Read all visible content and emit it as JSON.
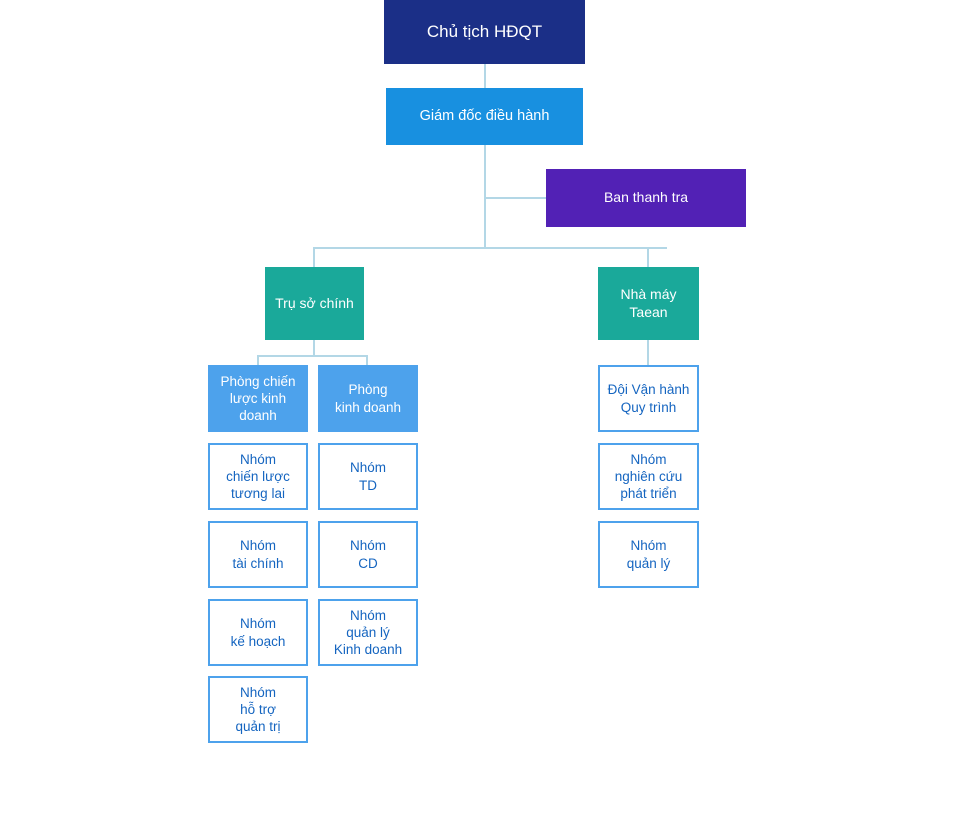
{
  "chart_meta": {
    "type": "org-chart",
    "title": "",
    "orientation": "top-down",
    "language": "vi",
    "colors": {
      "chairman": "#1b2f87",
      "ceo": "#1890e0",
      "audit": "#5221b5",
      "unit": "#1aa99a",
      "department": "#4da2ec",
      "team_border": "#4da2ec",
      "team_text": "#1565c0",
      "connector": "#b3d7e6",
      "background": "#ffffff"
    }
  },
  "nodes": {
    "chairman": {
      "label": "Chủ tịch HĐQT"
    },
    "ceo": {
      "label": "Giám đốc điều hành"
    },
    "audit": {
      "label": "Ban thanh tra"
    },
    "headquarters": {
      "label": "Trụ sở chính"
    },
    "factory": {
      "label": "Nhà máy\nTaean"
    },
    "dept_strategy": {
      "label": "Phòng chiến\nlược kinh\ndoanh"
    },
    "dept_business": {
      "label": "Phòng\nkinh doanh"
    },
    "hq_left_teams": [
      {
        "label": "Nhóm\nchiến lược\ntương lai"
      },
      {
        "label": "Nhóm\ntài chính"
      },
      {
        "label": "Nhóm\nkế hoạch"
      },
      {
        "label": "Nhóm\nhỗ trợ\nquản trị"
      }
    ],
    "hq_right_teams": [
      {
        "label": "Nhóm\nTD"
      },
      {
        "label": "Nhóm\nCD"
      },
      {
        "label": "Nhóm\nquản lý\nKinh doanh"
      }
    ],
    "factory_teams": [
      {
        "label": "Đội Vận hành\nQuy trình"
      },
      {
        "label": "Nhóm\nnghiên cứu\nphát triển"
      },
      {
        "label": "Nhóm\nquản lý"
      }
    ]
  }
}
